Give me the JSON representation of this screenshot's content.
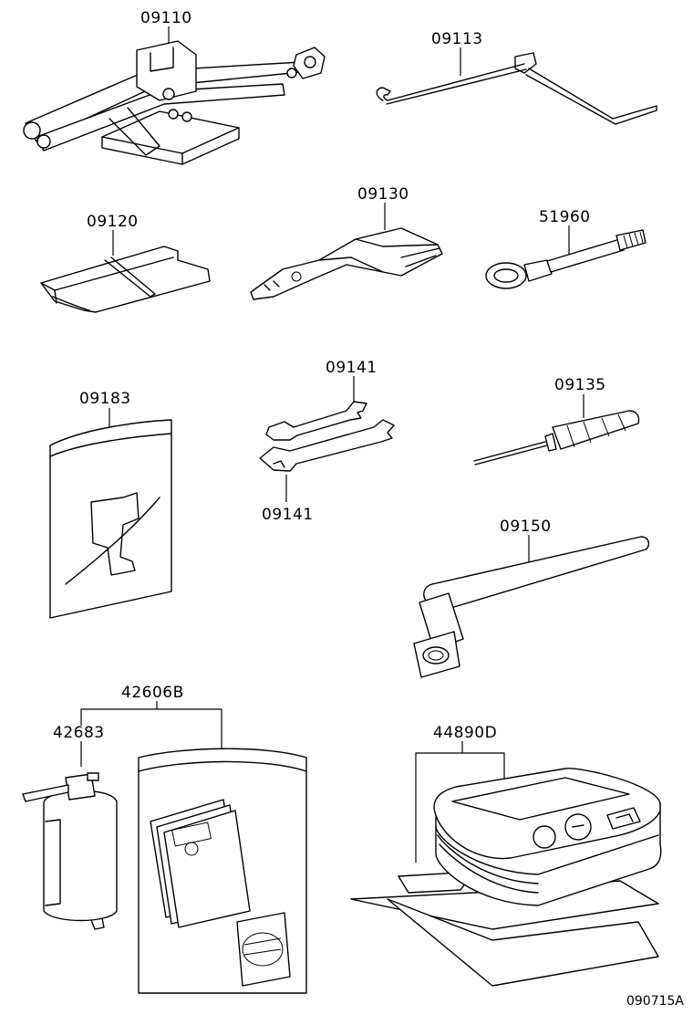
{
  "diagram": {
    "parts": {
      "jack": "09110",
      "jack_handle": "09113",
      "tool_bag": "09120",
      "pliers": "09130",
      "towing_eye": "51960",
      "wrench_upper": "09141",
      "wrench_lower": "09141",
      "screwdriver": "09135",
      "bag": "09183",
      "lug_wrench": "09150",
      "repair_kit": "42606B",
      "sealant_bottle": "42683",
      "compressor_kit": "44890D"
    },
    "diagram_code": "090715A"
  }
}
